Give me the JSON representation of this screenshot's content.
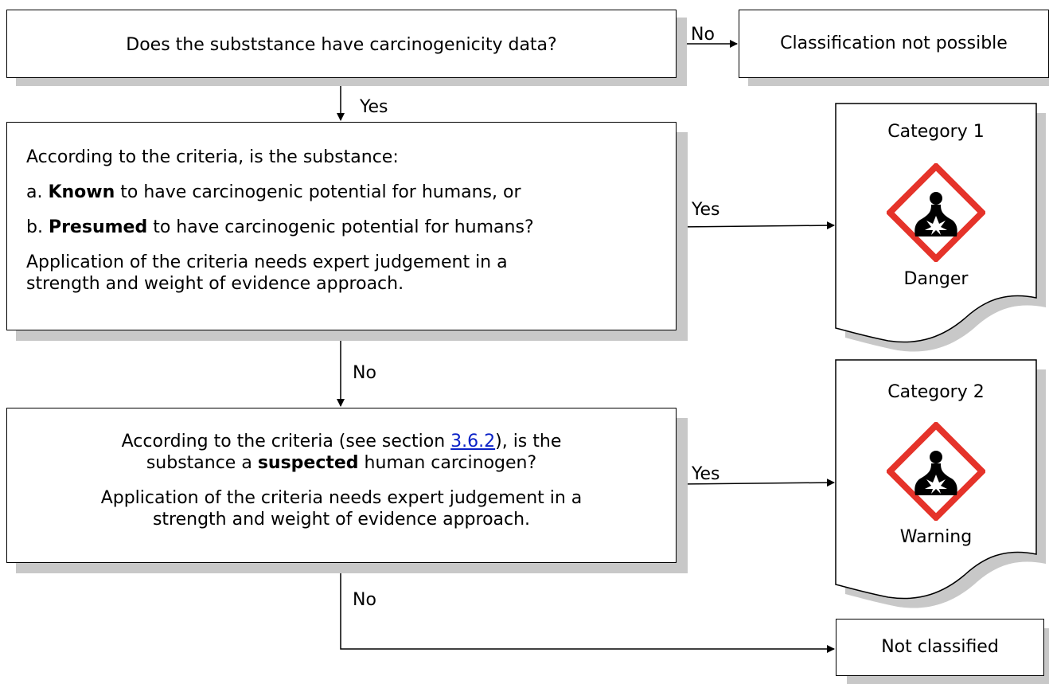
{
  "q1": {
    "text": "Does the subststance have carcinogenicity data?"
  },
  "no_path_label": "No",
  "not_possible": {
    "text": "Classification not possible"
  },
  "yes_label_1": "Yes",
  "q2": {
    "intro": "According to the criteria, is the substance:",
    "a_prefix": "a. ",
    "a_bold": "Known",
    "a_rest": " to have carcinogenic potential for humans, or",
    "b_prefix": "b. ",
    "b_bold": "Presumed",
    "b_rest": " to have carcinogenic potential for humans?",
    "note_line1": "Application of the criteria needs expert judgement in a",
    "note_line2": "strength and weight of evidence approach."
  },
  "yes_label_2": "Yes",
  "no_label_2": "No",
  "cat1": {
    "title": "Category 1",
    "signal": "Danger",
    "pictogram": "health-hazard-icon"
  },
  "q3": {
    "line1_pre": "According to the criteria (see section ",
    "link": "3.6.2",
    "line1_post": "), is the",
    "line2_pre": "substance a ",
    "line2_bold": "suspected",
    "line2_post": " human carcinogen?",
    "note_line1": "Application of the criteria needs expert judgement in a",
    "note_line2": "strength and weight of evidence approach."
  },
  "yes_label_3": "Yes",
  "no_label_3": "No",
  "cat2": {
    "title": "Category 2",
    "signal": "Warning",
    "pictogram": "health-hazard-icon"
  },
  "not_classified": {
    "text": "Not classified"
  },
  "colors": {
    "shadow": "#c8c8c8",
    "diamond": "#e5332a",
    "link": "#0b22c7"
  }
}
